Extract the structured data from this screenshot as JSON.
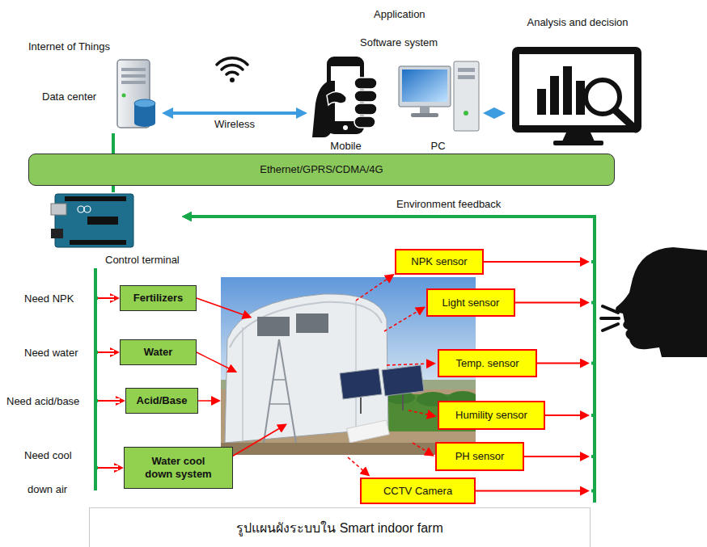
{
  "diagram": {
    "caption": "รูปแผนผังระบบใน Smart indoor farm",
    "nodes": [
      {
        "text": [
          "Internet of Things",
          "Data center"
        ]
      },
      {
        "text": [
          "Mobile"
        ]
      },
      {
        "text": [
          "PC"
        ]
      },
      {
        "text": [
          "Analysis and decision"
        ]
      },
      {
        "text": [
          "Ethernet/GPRS/CDMA/4G"
        ]
      },
      {
        "text": [
          "Control terminal"
        ]
      },
      {
        "text": [
          "Fertilizers"
        ]
      },
      {
        "text": [
          "Water"
        ]
      },
      {
        "text": [
          "Acid/Base"
        ]
      },
      {
        "text": [
          "Water cool down system"
        ]
      },
      {
        "text": [
          "NPK sensor"
        ]
      },
      {
        "text": [
          "Light sensor"
        ]
      },
      {
        "text": [
          "Temp. sensor"
        ]
      },
      {
        "text": [
          "Humility sensor"
        ]
      },
      {
        "text": [
          "PH sensor"
        ]
      },
      {
        "text": [
          "CCTV Camera"
        ]
      }
    ],
    "edges": [
      {
        "from": 0,
        "to": 1,
        "arrow": "both",
        "label": "Wireless"
      },
      {
        "from": 2,
        "to": 3,
        "arrow": "both"
      },
      {
        "from": 0,
        "to": 4,
        "arrow": "none"
      },
      {
        "from": 4,
        "to": 5,
        "arrow": "none"
      },
      {
        "from": 5,
        "to": 6,
        "arrow": "to"
      },
      {
        "from": 5,
        "to": 7,
        "arrow": "to"
      },
      {
        "from": 5,
        "to": 8,
        "arrow": "to"
      },
      {
        "from": 5,
        "to": 9,
        "arrow": "to"
      },
      {
        "from": 10,
        "to": 5,
        "arrow": "to"
      },
      {
        "from": 11,
        "to": 5,
        "arrow": "to"
      },
      {
        "from": 12,
        "to": 5,
        "arrow": "to"
      },
      {
        "from": 13,
        "to": 5,
        "arrow": "to"
      },
      {
        "from": 14,
        "to": 5,
        "arrow": "to"
      },
      {
        "from": 15,
        "to": 5,
        "arrow": "to"
      }
    ],
    "labels": [
      "Application",
      "Software system",
      "Environment feedback",
      "Need NPK",
      "Need water",
      "Need acid/base",
      "Need cool",
      "down air"
    ]
  }
}
